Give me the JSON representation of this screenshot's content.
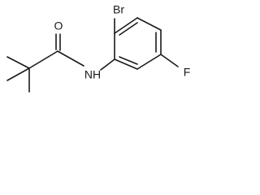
{
  "diagram": {
    "atoms": {
      "oxygen": "O",
      "bromine": "Br",
      "amide_nitrogen": "NH",
      "fluorine": "F"
    }
  }
}
